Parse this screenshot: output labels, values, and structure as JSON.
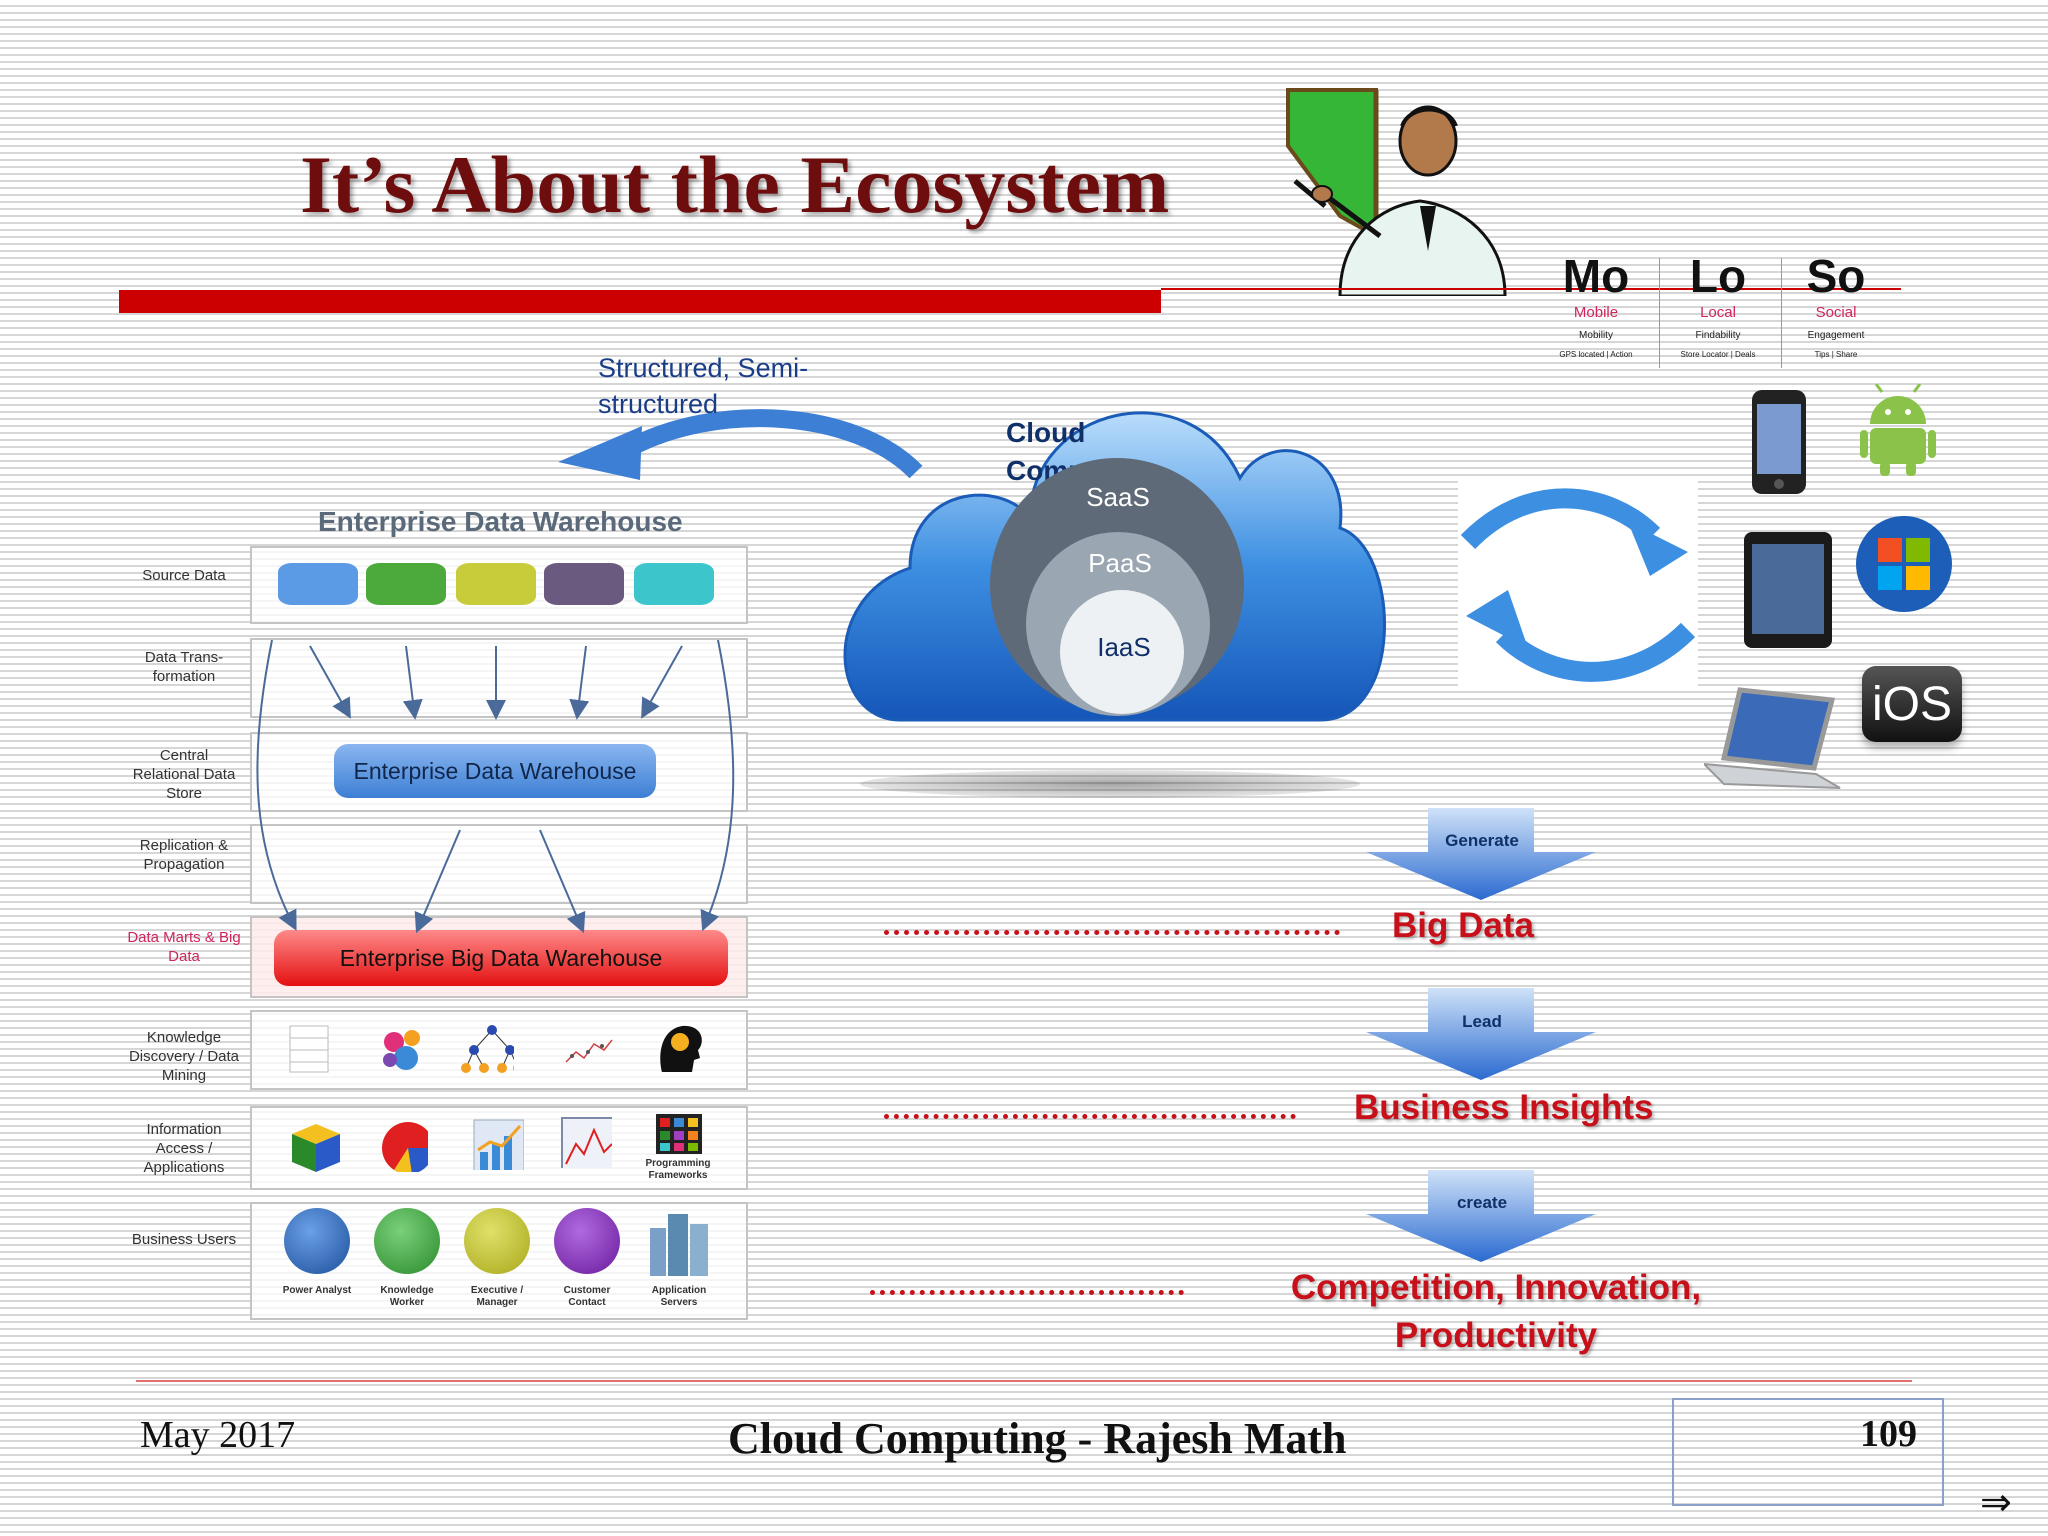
{
  "slide": {
    "title": "It’s About the Ecosystem",
    "footer_date": "May 2017",
    "footer_center": "Cloud Computing - Rajesh Math",
    "page_number": "109",
    "nav_arrow": "⇒"
  },
  "diagram": {
    "header": "Enterprise Data Warehouse",
    "row_labels": {
      "source": "Source Data",
      "transform": "Data Trans-formation",
      "central": "Central Relational Data Store",
      "replication": "Replication & Propagation",
      "marts": "Data Marts & Big Data",
      "knowledge": "Knowledge Discovery / Data Mining",
      "info": "Information Access / Applications",
      "business": "Business Users"
    },
    "edw_label": "Enterprise Data Warehouse",
    "ebdw_label": "Enterprise Big Data Warehouse",
    "app_caption": "Programming Frameworks",
    "users": [
      "Power Analyst",
      "Knowledge Worker",
      "Executive / Manager",
      "Customer Contact",
      "Application Servers"
    ],
    "source_colors": [
      "#5b9be6",
      "#4caa3c",
      "#c9cc3a",
      "#6a5a80",
      "#3cc6cc"
    ],
    "user_colors": [
      "#1d4f9a",
      "#2a8a2a",
      "#a8a81a",
      "#6a1a9a",
      "#5a8ab0"
    ]
  },
  "cloud": {
    "arrow_label": "Structured, Semi-structured",
    "title": "Cloud Computing",
    "layers": [
      "SaaS",
      "PaaS",
      "IaaS"
    ]
  },
  "mlso": [
    {
      "big": "Mo",
      "red": "Mobile",
      "sub": "Mobility",
      "tiny": "GPS located | Action"
    },
    {
      "big": "Lo",
      "red": "Local",
      "sub": "Findability",
      "tiny": "Store Locator | Deals"
    },
    {
      "big": "So",
      "red": "Social",
      "sub": "Engagement",
      "tiny": "Tips | Share"
    }
  ],
  "devices": {
    "ios_label": "iOS"
  },
  "flow": {
    "arrows": [
      "Generate",
      "Lead",
      "create"
    ],
    "outcomes": [
      "Big Data",
      "Business Insights",
      "Competition, Innovation,",
      "Productivity"
    ]
  }
}
